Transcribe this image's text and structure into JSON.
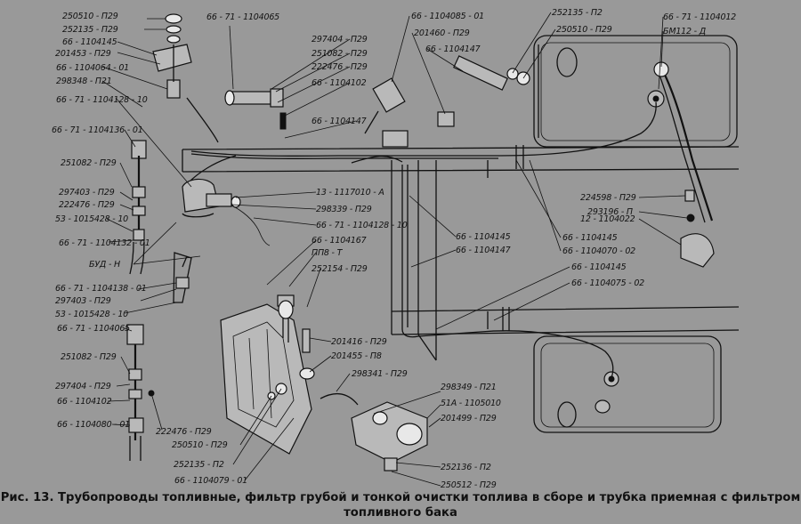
{
  "caption": {
    "figure_number": "Рис. 13.",
    "line1": "Трубопроводы топливные, фильтр грубой и тонкой очистки топлива в сборе и трубка приемная с фильтром",
    "line2": "топливного бака"
  },
  "labels": [
    {
      "id": "l01",
      "text": "250510 - П29"
    },
    {
      "id": "l02",
      "text": "252135 - П29"
    },
    {
      "id": "l03",
      "text": "66 - 1104145"
    },
    {
      "id": "l04",
      "text": "201453 - П29"
    },
    {
      "id": "l05",
      "text": "66 - 1104064 - 01"
    },
    {
      "id": "l06",
      "text": "298348 - П21"
    },
    {
      "id": "l07",
      "text": "66 - 71 - 1104128 - 10"
    },
    {
      "id": "l08",
      "text": "66 - 71 - 1104136 - 01"
    },
    {
      "id": "l09",
      "text": "251082 - П29"
    },
    {
      "id": "l10",
      "text": "297403 - П29"
    },
    {
      "id": "l11",
      "text": "222476 - П29"
    },
    {
      "id": "l12",
      "text": "53 - 1015428 - 10"
    },
    {
      "id": "l13",
      "text": "66 - 71 - 1104132 - 01"
    },
    {
      "id": "l14",
      "text": "БУД - Н"
    },
    {
      "id": "l15",
      "text": "66 - 71 - 1104138 - 01"
    },
    {
      "id": "l16",
      "text": "297403 - П29"
    },
    {
      "id": "l17",
      "text": "53 - 1015428 - 10"
    },
    {
      "id": "l18",
      "text": "66 - 71 - 1104065"
    },
    {
      "id": "l19",
      "text": "251082 - П29"
    },
    {
      "id": "l20",
      "text": "297404 - П29"
    },
    {
      "id": "l21",
      "text": "66 - 1104102"
    },
    {
      "id": "l22",
      "text": "66 - 1104080 - 01"
    },
    {
      "id": "l23",
      "text": "222476 - П29"
    },
    {
      "id": "l24",
      "text": "250510 - П29"
    },
    {
      "id": "l25",
      "text": "252135 - П2"
    },
    {
      "id": "l26",
      "text": "66 - 1104079 - 01"
    },
    {
      "id": "l27",
      "text": "66 - 71 - 1104065"
    },
    {
      "id": "l28",
      "text": "297404 - П29"
    },
    {
      "id": "l29",
      "text": "251082 - П29"
    },
    {
      "id": "l30",
      "text": "222476 - П29"
    },
    {
      "id": "l31",
      "text": "66 - 1104102"
    },
    {
      "id": "l32",
      "text": "66 - 1104147"
    },
    {
      "id": "l33",
      "text": "13 - 1117010 - А"
    },
    {
      "id": "l34",
      "text": "298339 - П29"
    },
    {
      "id": "l35",
      "text": "66 - 71 - 1104128 - 10"
    },
    {
      "id": "l36",
      "text": "66 - 1104167"
    },
    {
      "id": "l37",
      "text": "ПП8 - Т"
    },
    {
      "id": "l38",
      "text": "252154 - П29"
    },
    {
      "id": "l39",
      "text": "201416 - П29"
    },
    {
      "id": "l40",
      "text": "201455 - П8"
    },
    {
      "id": "l41",
      "text": "298341 - П29"
    },
    {
      "id": "l42",
      "text": "298349 - П21"
    },
    {
      "id": "l43",
      "text": "51А - 1105010"
    },
    {
      "id": "l44",
      "text": "201499 - П29"
    },
    {
      "id": "l45",
      "text": "252136 - П2"
    },
    {
      "id": "l46",
      "text": "250512 - П29"
    },
    {
      "id": "l47",
      "text": "66 - 1104085 - 01"
    },
    {
      "id": "l48",
      "text": "201460 - П29"
    },
    {
      "id": "l49",
      "text": "66 - 1104147"
    },
    {
      "id": "l50",
      "text": "252135 - П2"
    },
    {
      "id": "l51",
      "text": "250510 - П29"
    },
    {
      "id": "l52",
      "text": "66 - 71 - 1104012"
    },
    {
      "id": "l53",
      "text": "БМ112 - Д"
    },
    {
      "id": "l54",
      "text": "224598 - П29"
    },
    {
      "id": "l55",
      "text": "293196 - П"
    },
    {
      "id": "l56",
      "text": "12 - 1104022"
    },
    {
      "id": "l57",
      "text": "66 - 1104145"
    },
    {
      "id": "l58",
      "text": "66 - 1104070 - 02"
    },
    {
      "id": "l59",
      "text": "66 - 1104145"
    },
    {
      "id": "l60",
      "text": "66 - 1104075 - 02"
    },
    {
      "id": "l61",
      "text": "66 - 1104145"
    },
    {
      "id": "l62",
      "text": "66 - 1104147"
    }
  ]
}
